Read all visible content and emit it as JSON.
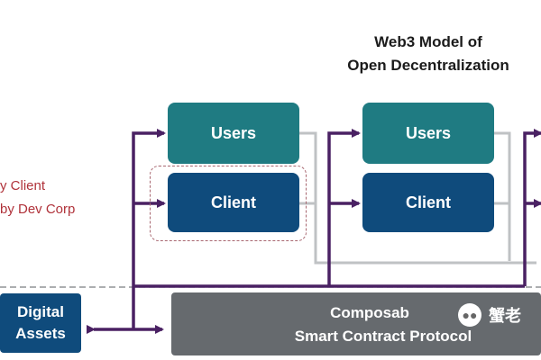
{
  "diagram": {
    "title_line1": "Web3 Model of",
    "title_line2": "Open Decentralization",
    "owned_labels": [
      "y Client",
      "by Dev Corp"
    ],
    "users_label": "Users",
    "client_label": "Client",
    "assets_line1": "Digital",
    "assets_line2": "Assets",
    "protocol_line1": "Composab",
    "protocol_line2": "Smart Contract Protocol",
    "watermark_text": "蟹老",
    "watermark_icon": "wechat-bubble-icon"
  },
  "colors": {
    "teal": "#1f7b82",
    "navy": "#0f4b7c",
    "purple_arrow": "#4a2163",
    "protocol_gray": "#666a6e",
    "owned_red": "#b0323a"
  }
}
